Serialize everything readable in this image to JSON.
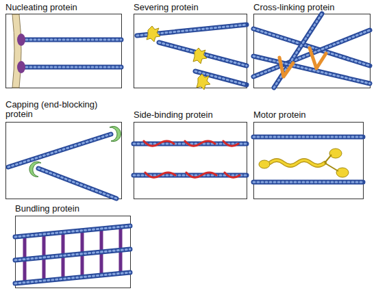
{
  "diagram": {
    "nodes": [
      {
        "text": [
          "Nucleating protein"
        ]
      },
      {
        "text": [
          "Severing protein"
        ]
      },
      {
        "text": [
          "Cross-linking protein"
        ]
      },
      {
        "text": [
          "Capping (end-blocking) protein"
        ]
      },
      {
        "text": [
          "Side-binding protein"
        ]
      },
      {
        "text": [
          "Motor protein"
        ]
      },
      {
        "text": [
          "Bundling protein"
        ]
      }
    ]
  }
}
